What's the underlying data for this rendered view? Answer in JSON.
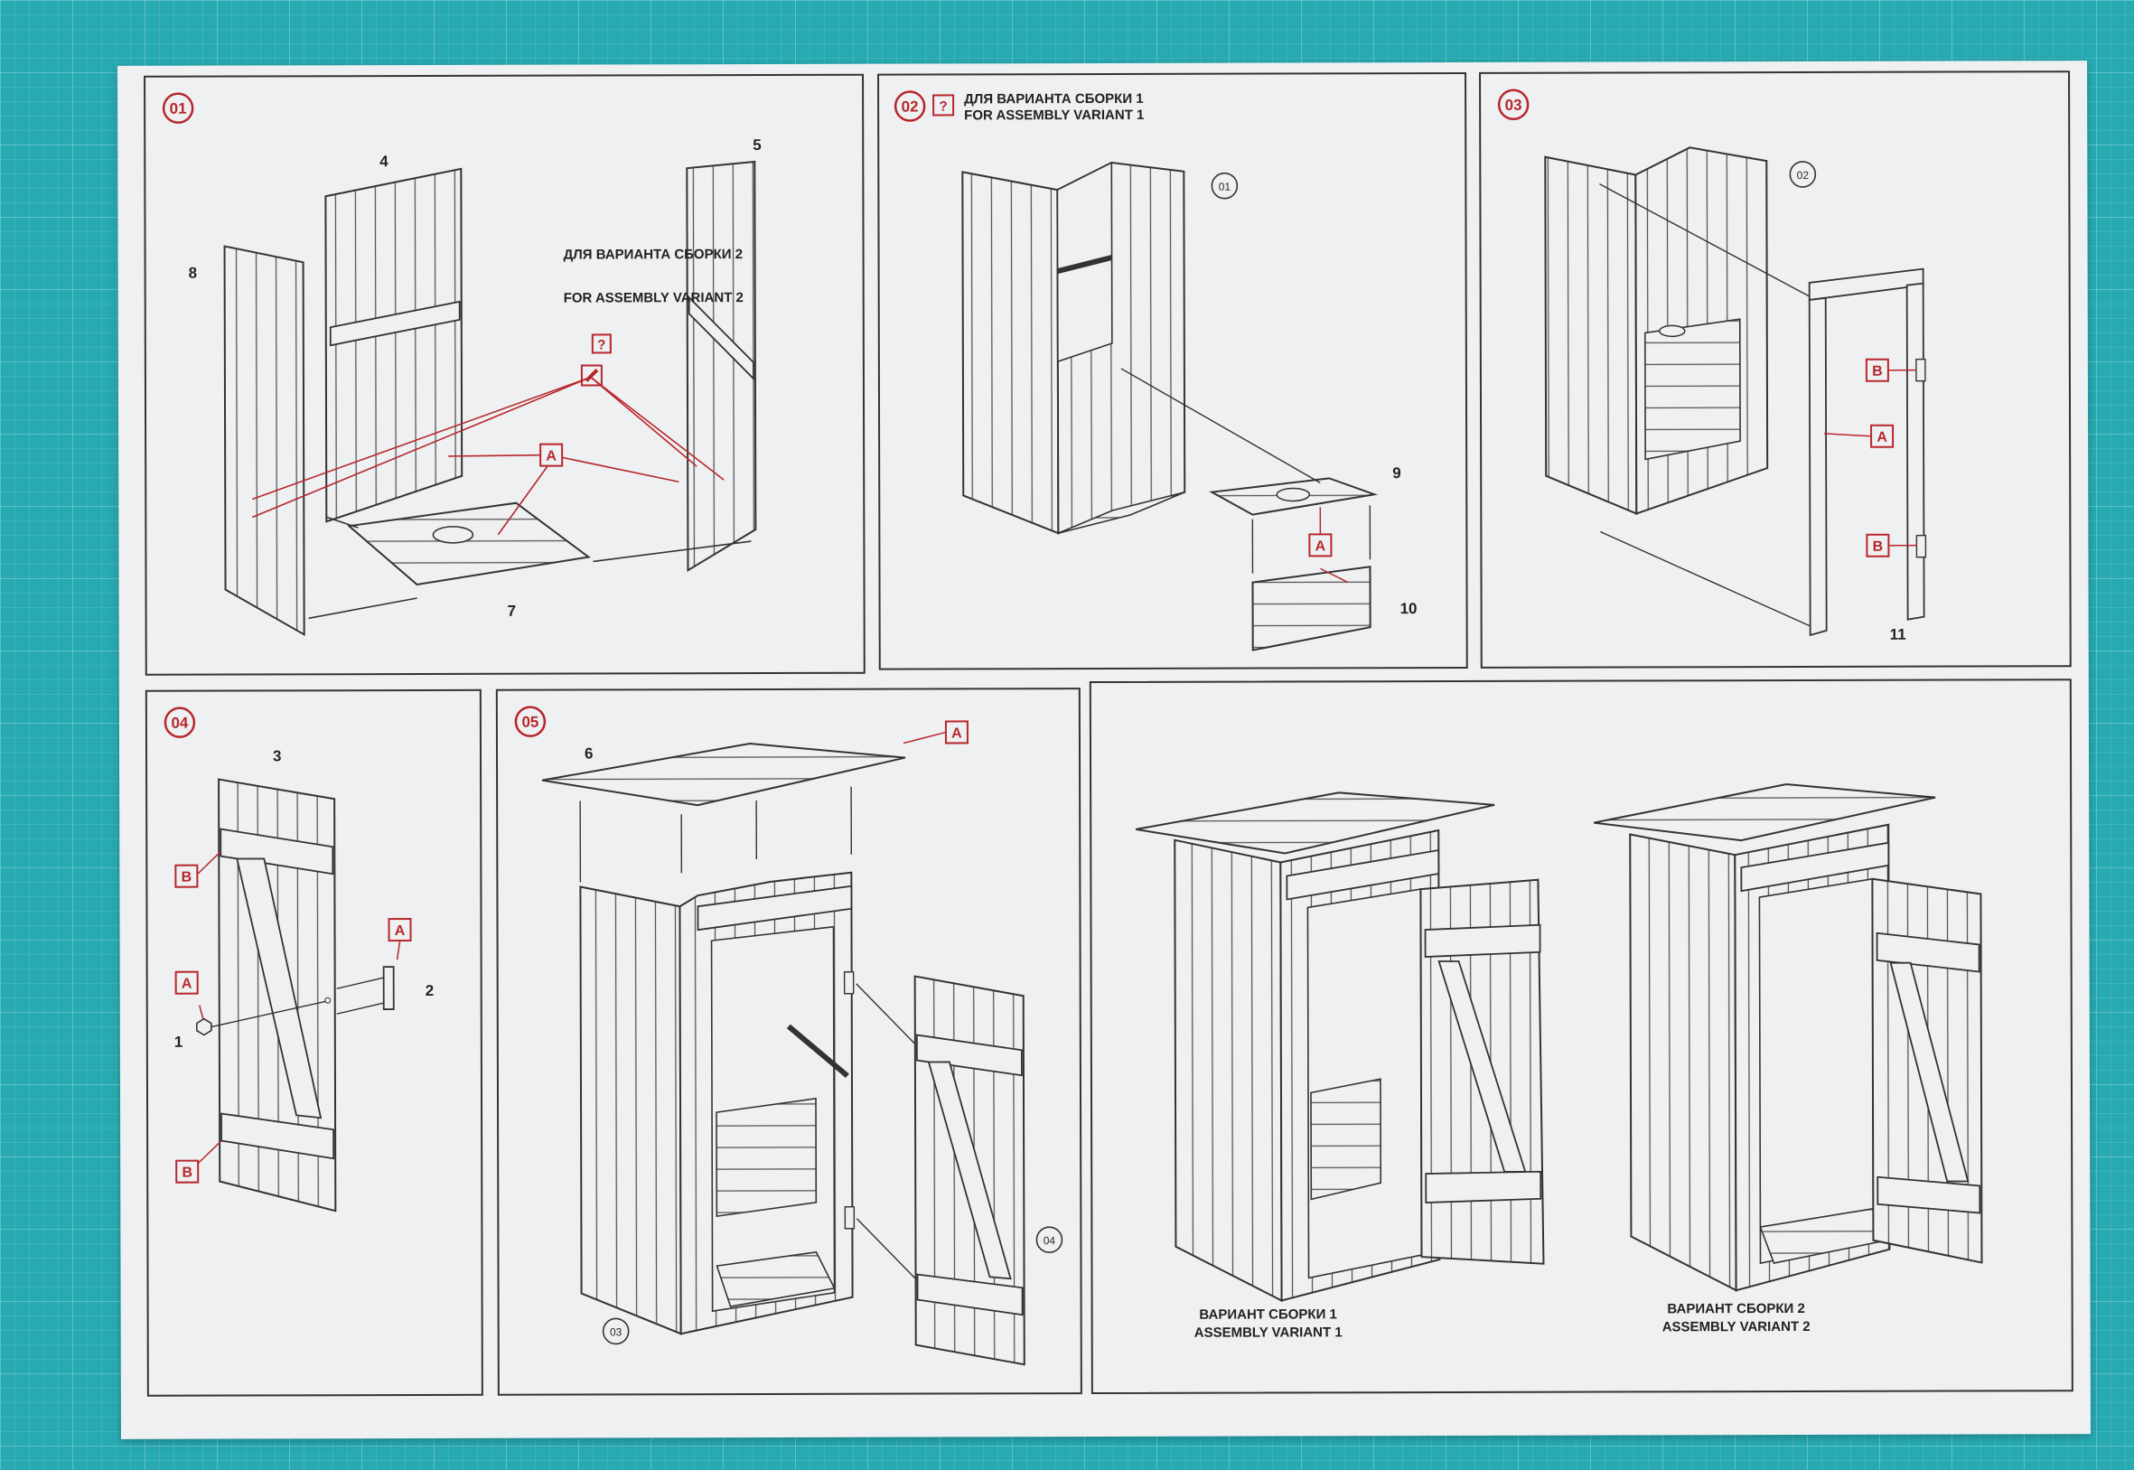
{
  "colors": {
    "mat": "#27aab2",
    "paper": "#eef0f2",
    "accent": "#b8262b",
    "ink": "#333333"
  },
  "steps": [
    {
      "number": "01",
      "parts": [
        "4",
        "5",
        "8",
        "7"
      ],
      "note_ru": "ДЛЯ ВАРИАНТА СБОРКИ 2",
      "note_en": "FOR ASSEMBLY VARIANT 2",
      "glue": "A",
      "option": "?"
    },
    {
      "number": "02",
      "heading_ru": "ДЛЯ ВАРИАНТА СБОРКИ 1",
      "heading_en": "FOR ASSEMBLY VARIANT 1",
      "option": "?",
      "ref": "01",
      "parts": [
        "9",
        "10"
      ],
      "glue": "A"
    },
    {
      "number": "03",
      "ref": "02",
      "parts": [
        "11"
      ],
      "glue": "A",
      "hinge": "B"
    },
    {
      "number": "04",
      "parts": [
        "3",
        "1",
        "2"
      ],
      "glue": "A",
      "hinge": "B"
    },
    {
      "number": "05",
      "parts": [
        "6"
      ],
      "glue": "A",
      "refs": [
        "03",
        "04"
      ]
    }
  ],
  "variants": [
    {
      "ru": "ВАРИАНТ СБОРКИ 1",
      "en": "ASSEMBLY VARIANT 1"
    },
    {
      "ru": "ВАРИАНТ СБОРКИ 2",
      "en": "ASSEMBLY VARIANT 2"
    }
  ]
}
